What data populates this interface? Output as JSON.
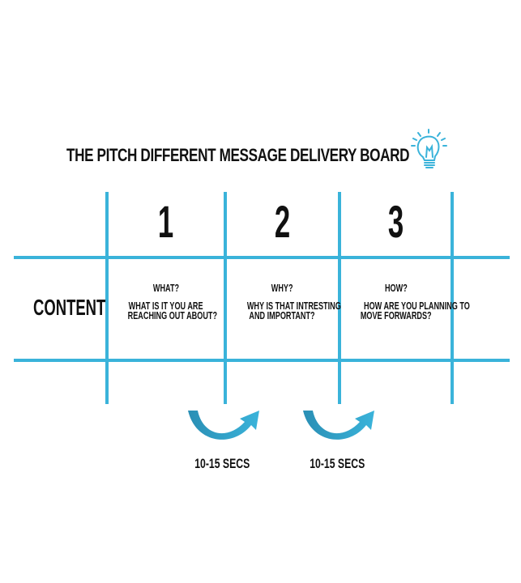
{
  "title": "THE PITCH DIFFERENT MESSAGE DELIVERY BOARD",
  "title_icon": "lightbulb-icon",
  "accent_color": "#3ab3da",
  "columns": [
    "1",
    "2",
    "3"
  ],
  "row_label": "CONTENT",
  "cells": [
    {
      "question": "WHAT?",
      "lines": [
        "WHAT IS IT YOU ARE",
        "REACHING OUT ABOUT?"
      ]
    },
    {
      "question": "WHY?",
      "lines": [
        "WHY IS THAT INTRESTING",
        "AND IMPORTANT?"
      ]
    },
    {
      "question": "HOW?",
      "lines": [
        "HOW ARE YOU PLANNING TO",
        "MOVE FORWARDS?"
      ]
    }
  ],
  "transitions": [
    {
      "icon": "curved-arrow-icon",
      "label": "10-15 SECS"
    },
    {
      "icon": "curved-arrow-icon",
      "label": "10-15 SECS"
    }
  ]
}
